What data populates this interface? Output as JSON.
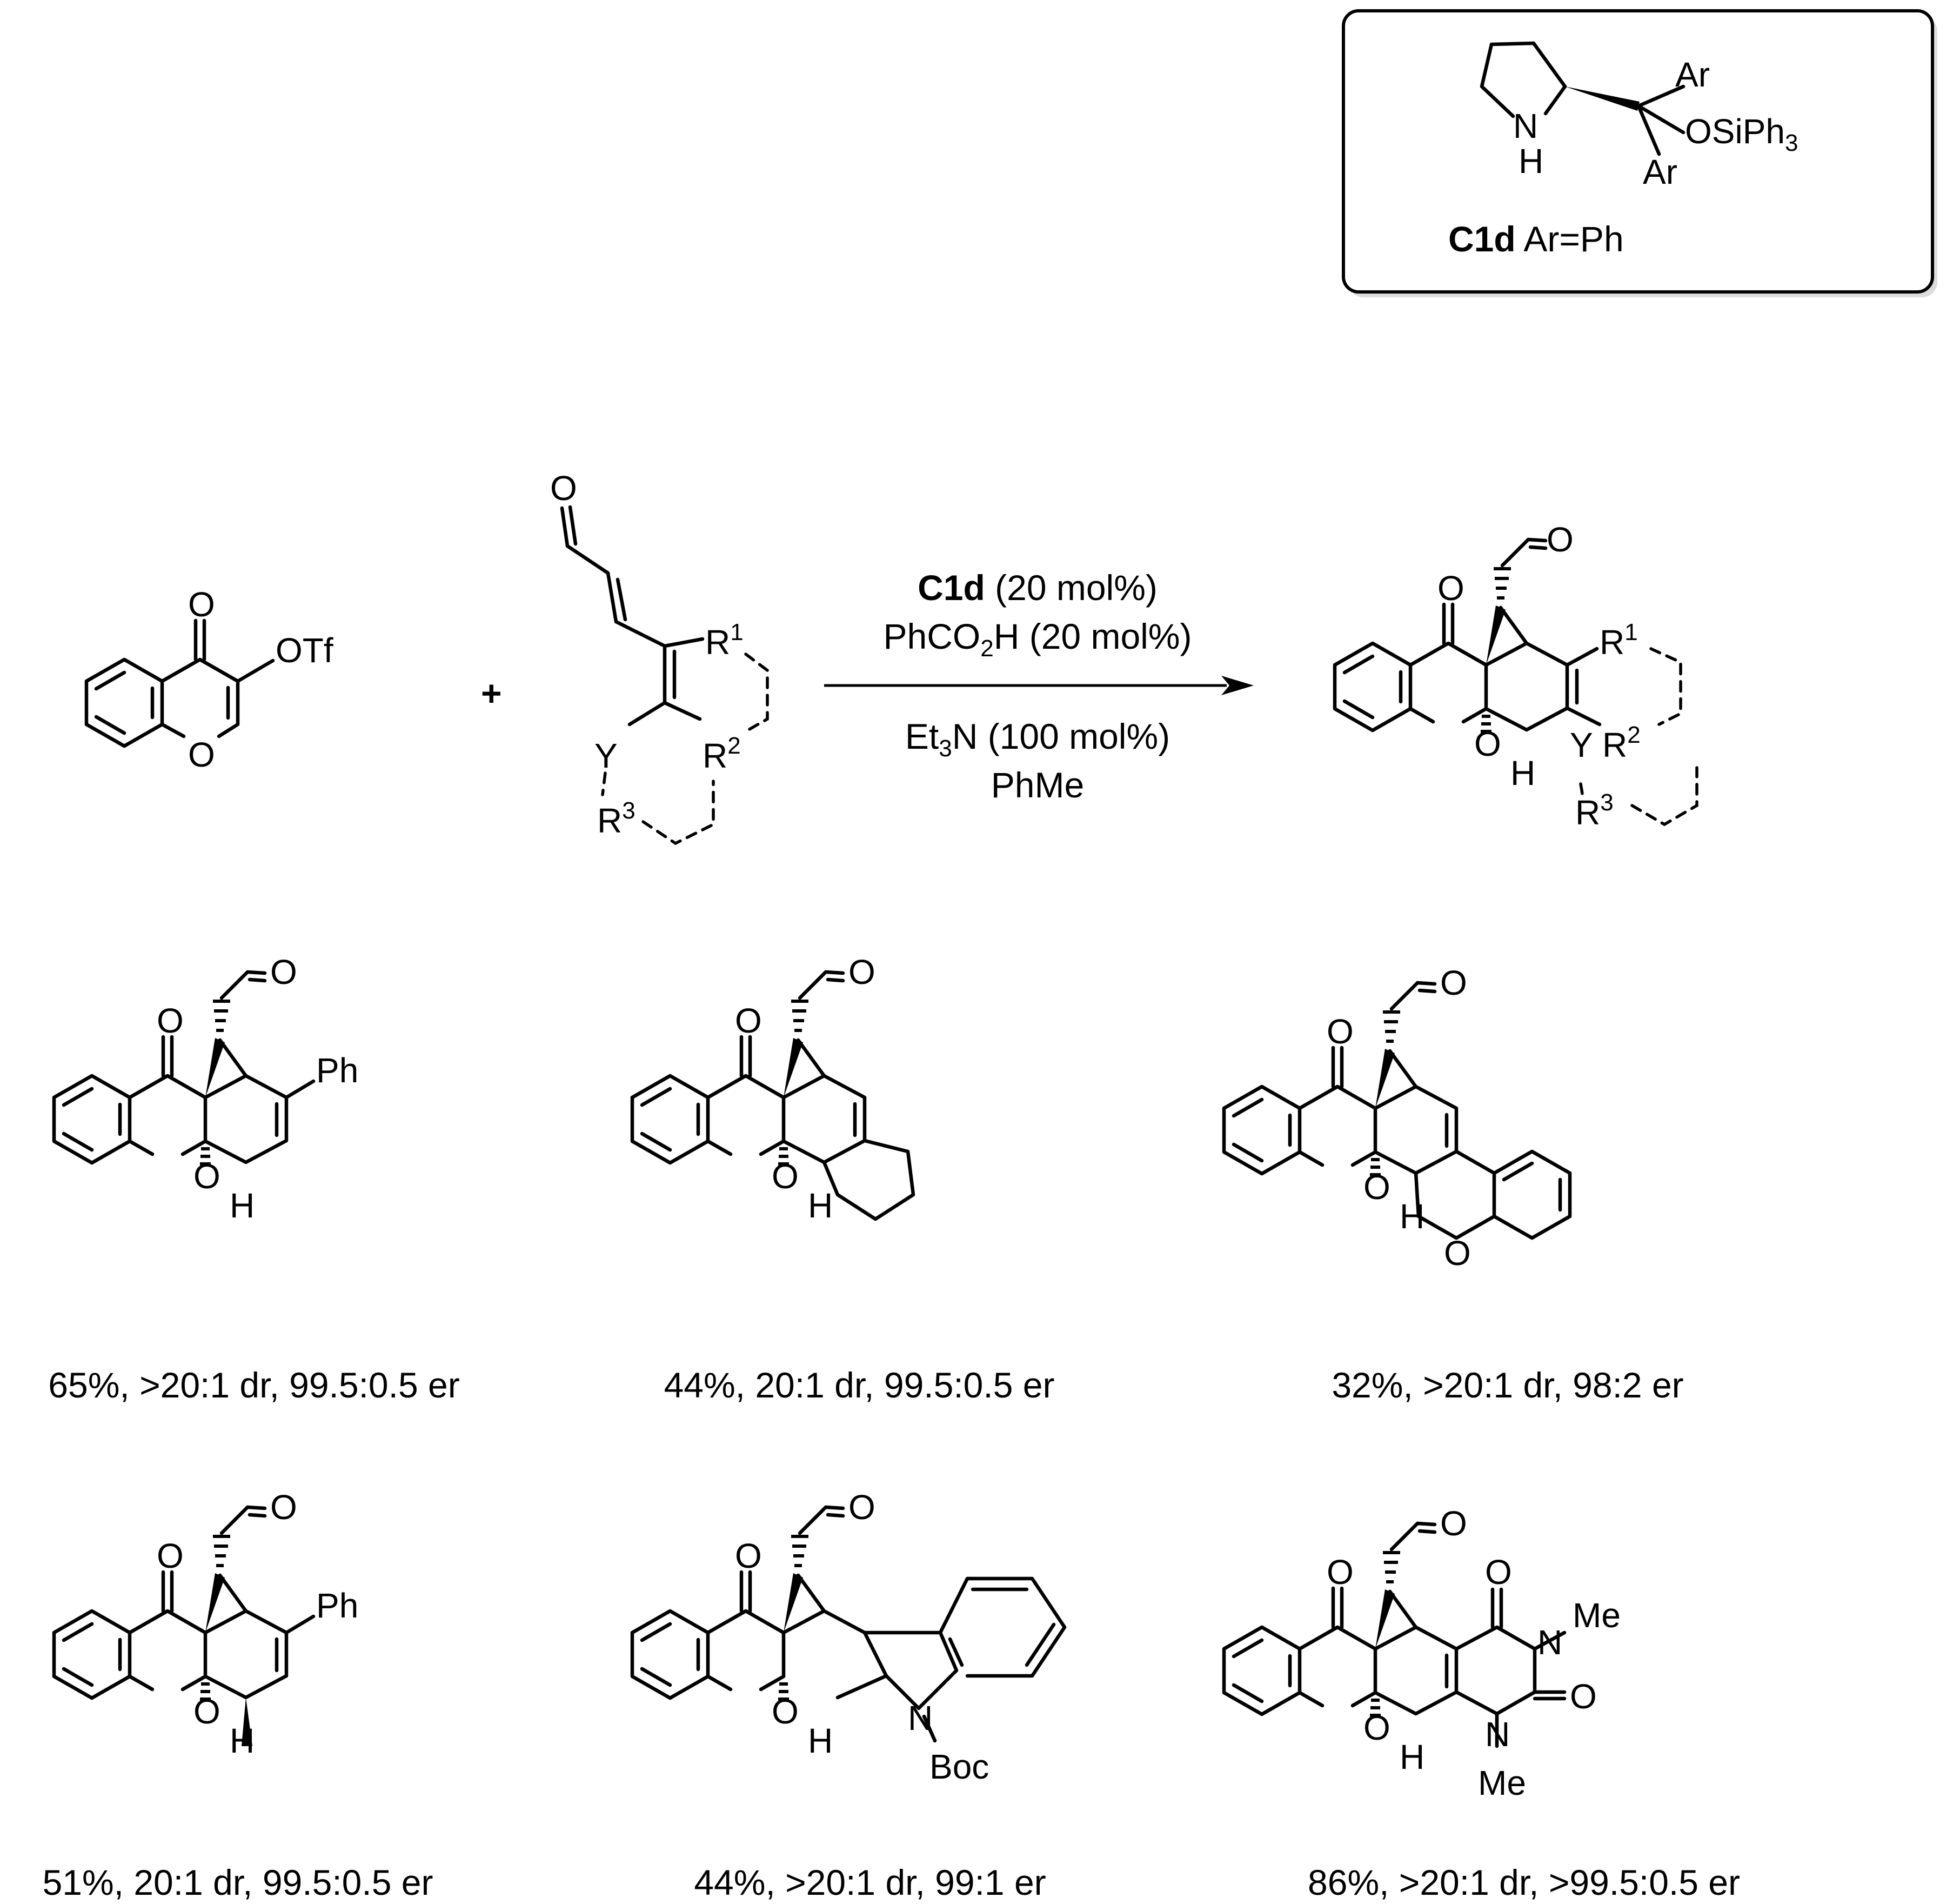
{
  "catalyst_box": {
    "ar_top": "Ar",
    "osiph": "OSiPh",
    "osiph_sub": "3",
    "ar_bottom": "Ar",
    "n": "N",
    "h": "H",
    "name": "C1d",
    "name_suffix": " Ar=Ph"
  },
  "reaction": {
    "reactant1": {
      "o_keto": "O",
      "otf": "OTf",
      "o_ring": "O"
    },
    "plus": "+",
    "reactant2": {
      "o_ald": "O",
      "r1": "R",
      "r1_sup": "1",
      "r2": "R",
      "r2_sup": "2",
      "y": "Y",
      "r3": "R",
      "r3_sup": "3"
    },
    "conditions_above": [
      {
        "bold": "C1d",
        "rest": " (20 mol%)"
      },
      {
        "pre": "PhCO",
        "sub": "2",
        "post": "H (20 mol%)"
      }
    ],
    "conditions_below": [
      {
        "pre": "Et",
        "sub": "3",
        "post": "N (100 mol%)"
      },
      {
        "pre": "PhMe",
        "sub": "",
        "post": ""
      }
    ],
    "product": {
      "o_ald": "O",
      "o_keto": "O",
      "o_ring": "O",
      "h": "H",
      "y": "Y",
      "r1": "R",
      "r1_sup": "1",
      "r2": "R",
      "r2_sup": "2",
      "r3": "R",
      "r3_sup": "3"
    }
  },
  "examples": [
    {
      "caption": "65%, >20:1 dr, 99.5:0.5 er",
      "o_ald": "O",
      "o_keto": "O",
      "o_ring": "O",
      "h": "H",
      "sub": "Ph"
    },
    {
      "caption": "44%, 20:1 dr, 99.5:0.5 er",
      "o_ald": "O",
      "o_keto": "O",
      "o_ring": "O",
      "h": "H"
    },
    {
      "caption": "32%, >20:1 dr, 98:2 er",
      "o_ald": "O",
      "o_keto": "O",
      "o_ring": "O",
      "h": "H",
      "o_extra": "O"
    },
    {
      "caption": "51%, 20:1 dr, 99.5:0.5 er",
      "o_ald": "O",
      "o_keto": "O",
      "o_ring": "O",
      "h": "H",
      "sub": "Ph"
    },
    {
      "caption": "44%, >20:1 dr, 99:1 er",
      "o_ald": "O",
      "o_keto": "O",
      "o_ring": "O",
      "h": "H",
      "n": "N",
      "boc": "Boc"
    },
    {
      "caption": "86%, >20:1 dr, >99.5:0.5 er",
      "o_ald": "O",
      "o_keto": "O",
      "o_ring": "O",
      "h": "H",
      "o_top": "O",
      "n_top": "N",
      "me_top": "Me",
      "o_right": "O",
      "n_bottom": "N",
      "me_bottom": "Me"
    }
  ]
}
